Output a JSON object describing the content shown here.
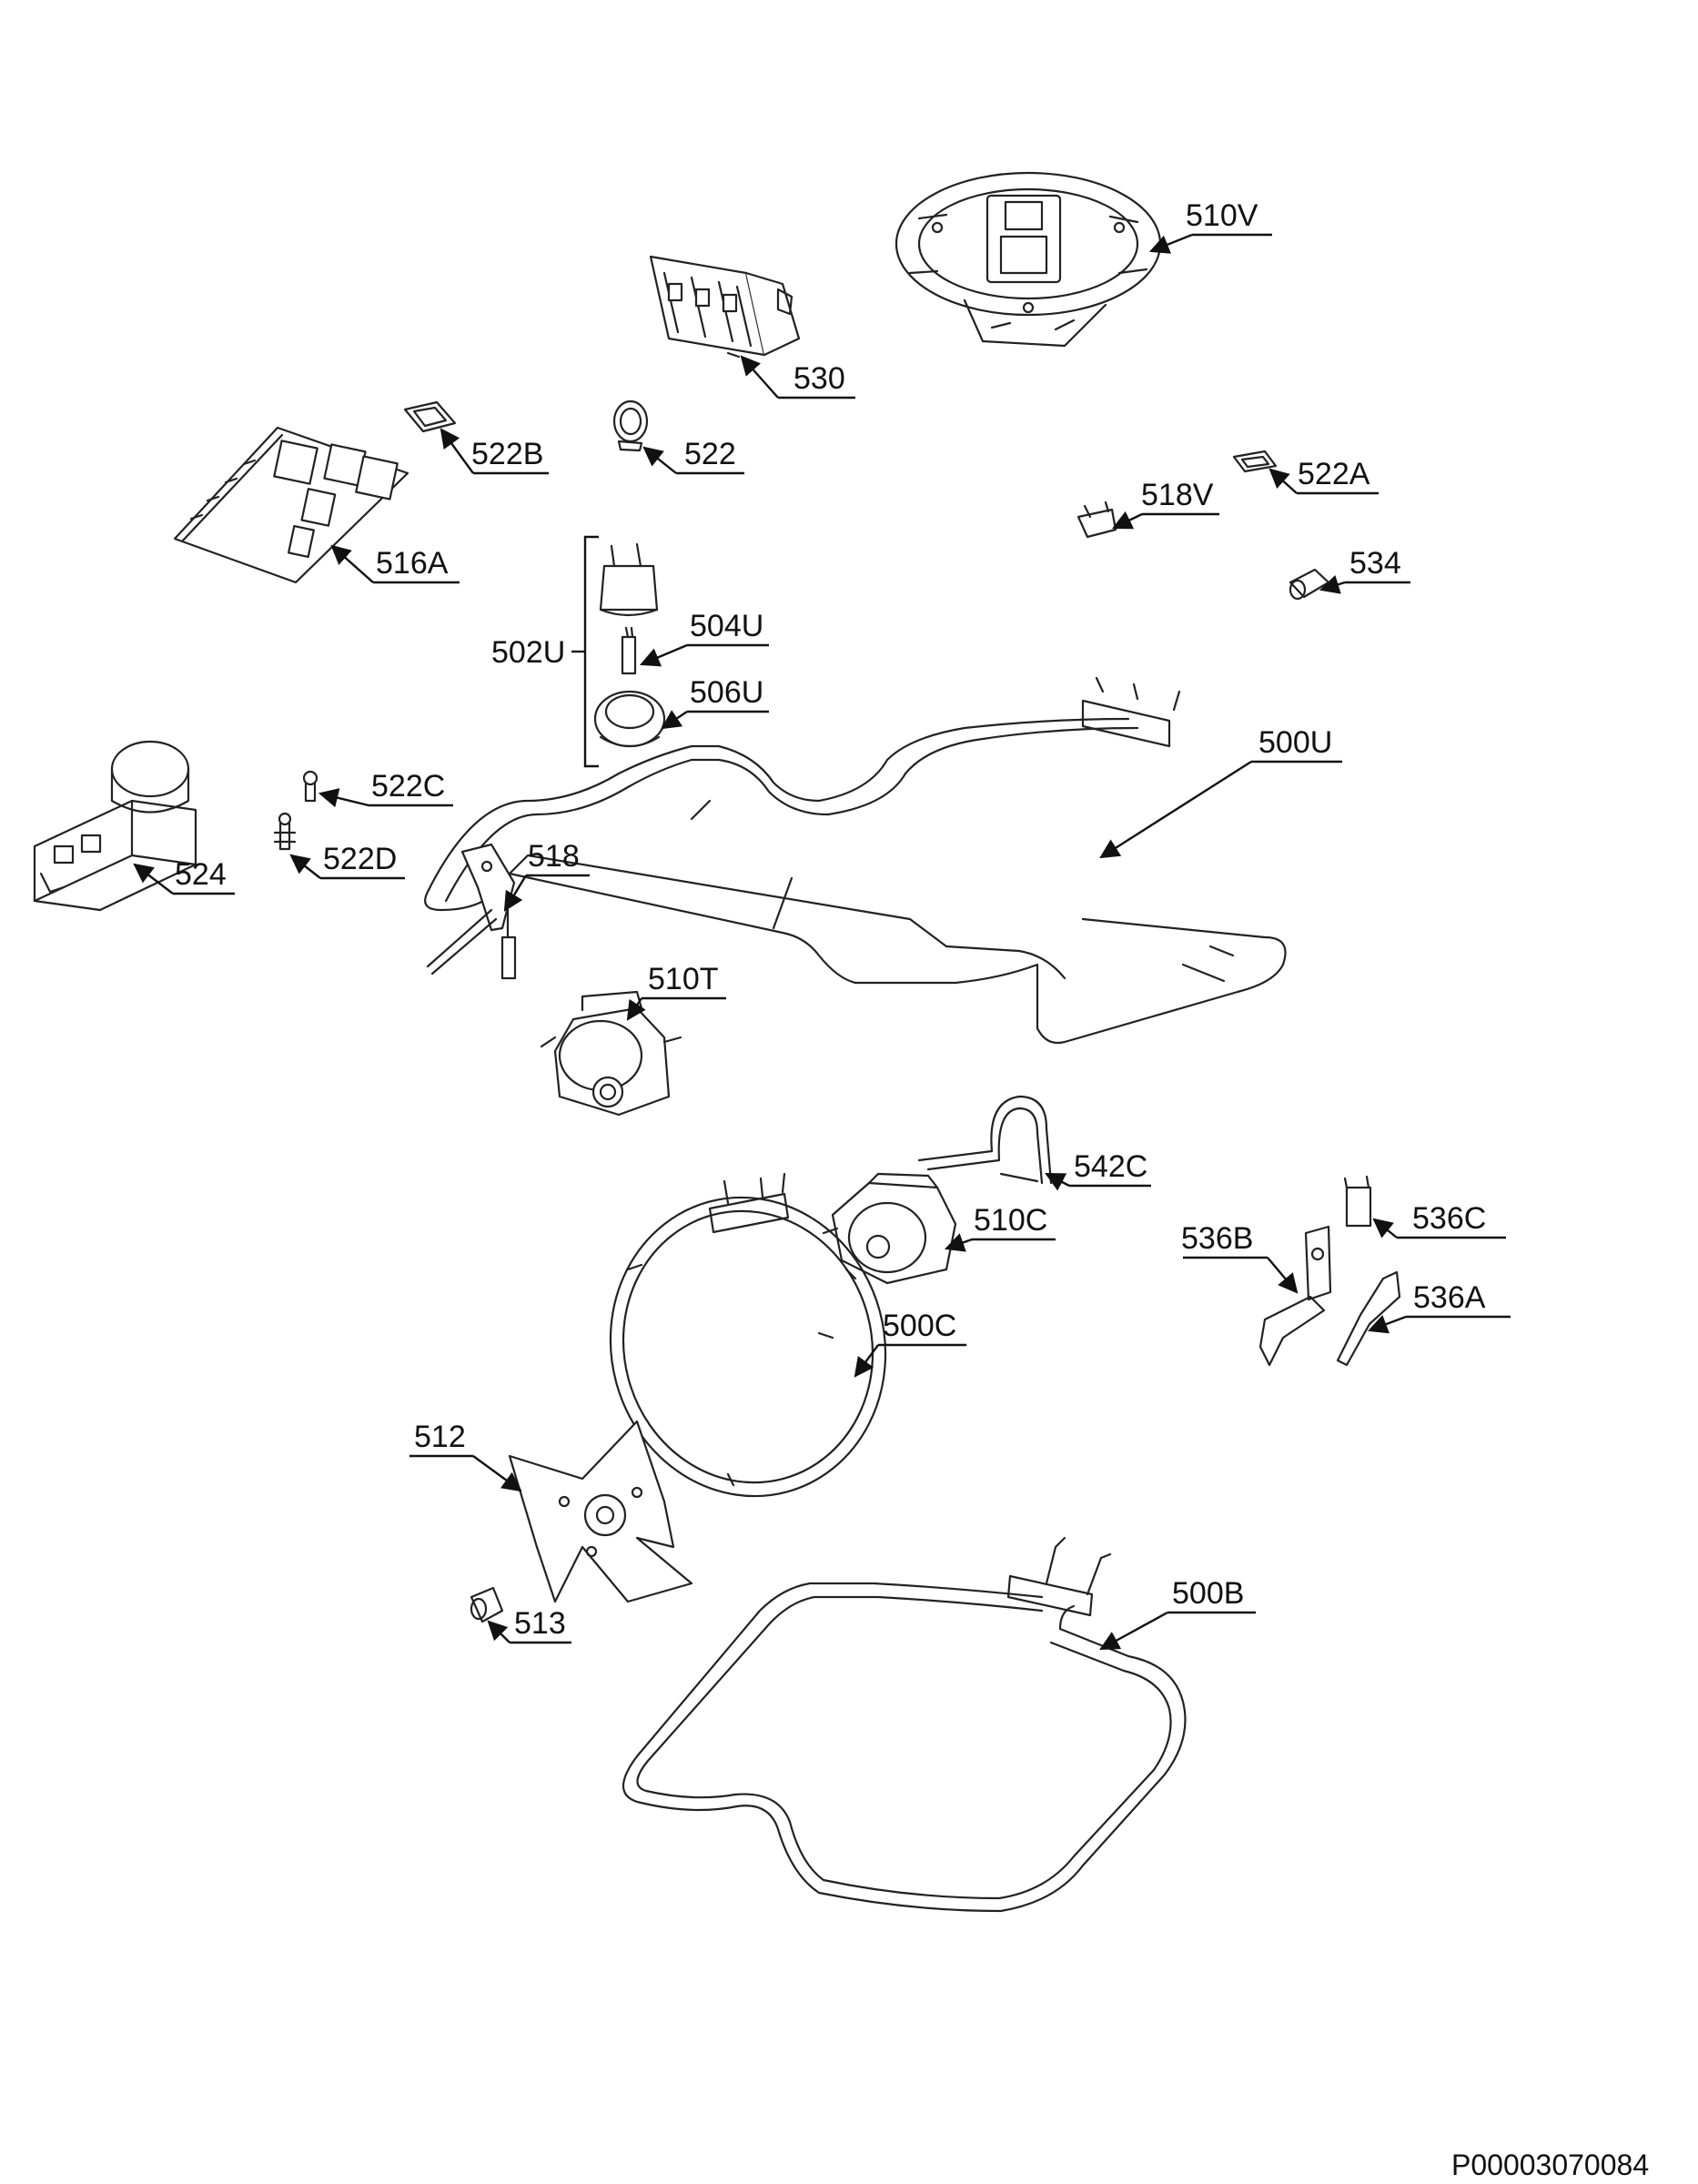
{
  "labels": {
    "l510V": "510V",
    "l530": "530",
    "l522B": "522B",
    "l522": "522",
    "l522A": "522A",
    "l518V": "518V",
    "l516A": "516A",
    "l534": "534",
    "l502U": "502U",
    "l504U": "504U",
    "l506U": "506U",
    "l500U": "500U",
    "l522C": "522C",
    "l524": "524",
    "l522D": "522D",
    "l518": "518",
    "l510T": "510T",
    "l542C": "542C",
    "l510C": "510C",
    "l536B": "536B",
    "l536C": "536C",
    "l536A": "536A",
    "l500C": "500C",
    "l512": "512",
    "l513": "513",
    "l500B": "500B"
  },
  "drawing_ref": "P00003070084"
}
